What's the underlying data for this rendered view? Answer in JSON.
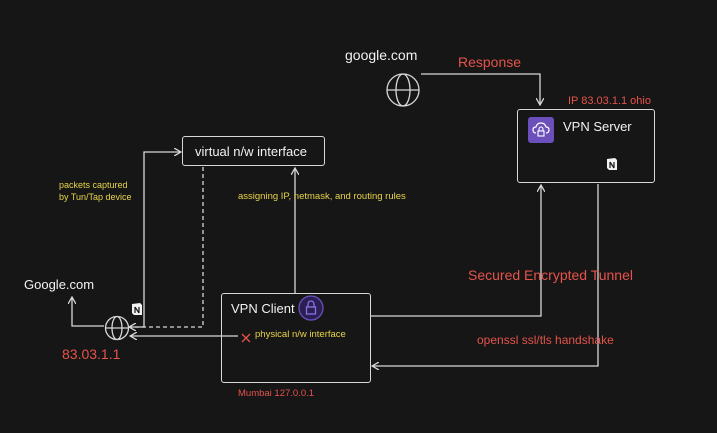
{
  "labels": {
    "google_top": "google.com",
    "response": "Response",
    "server_ip": "IP 83.03.1.1  ohio",
    "vpn_server": "VPN Server",
    "virtual_iface": "virtual n/w interface",
    "packets_captured": "packets captured",
    "by_tun_tap": "by Tun/Tap device",
    "assigning": "assigning IP, netmask, and routing rules",
    "secured_tunnel": "Secured  Encrypted Tunnel",
    "google_left": "Google.com",
    "vpn_client": "VPN Client",
    "physical_iface": "physical n/w interface",
    "openssl": "openssl ssl/tls handshake",
    "client_ip": "83.03.1.1",
    "mumbai": "Mumbai   127.0.0.1"
  },
  "icons": {
    "globe": "globe-icon",
    "aws_vpn": "cloud-lock-icon",
    "lock": "lock-icon",
    "cross": "x-mark-icon",
    "notion": "notion-logo-icon"
  },
  "colors": {
    "background": "#161616",
    "text_white": "#f2f2f2",
    "text_red": "#e5534b",
    "text_yellow": "#e8d44a",
    "line": "#d8d8d8",
    "aws_purple": "#6b4fbb"
  }
}
